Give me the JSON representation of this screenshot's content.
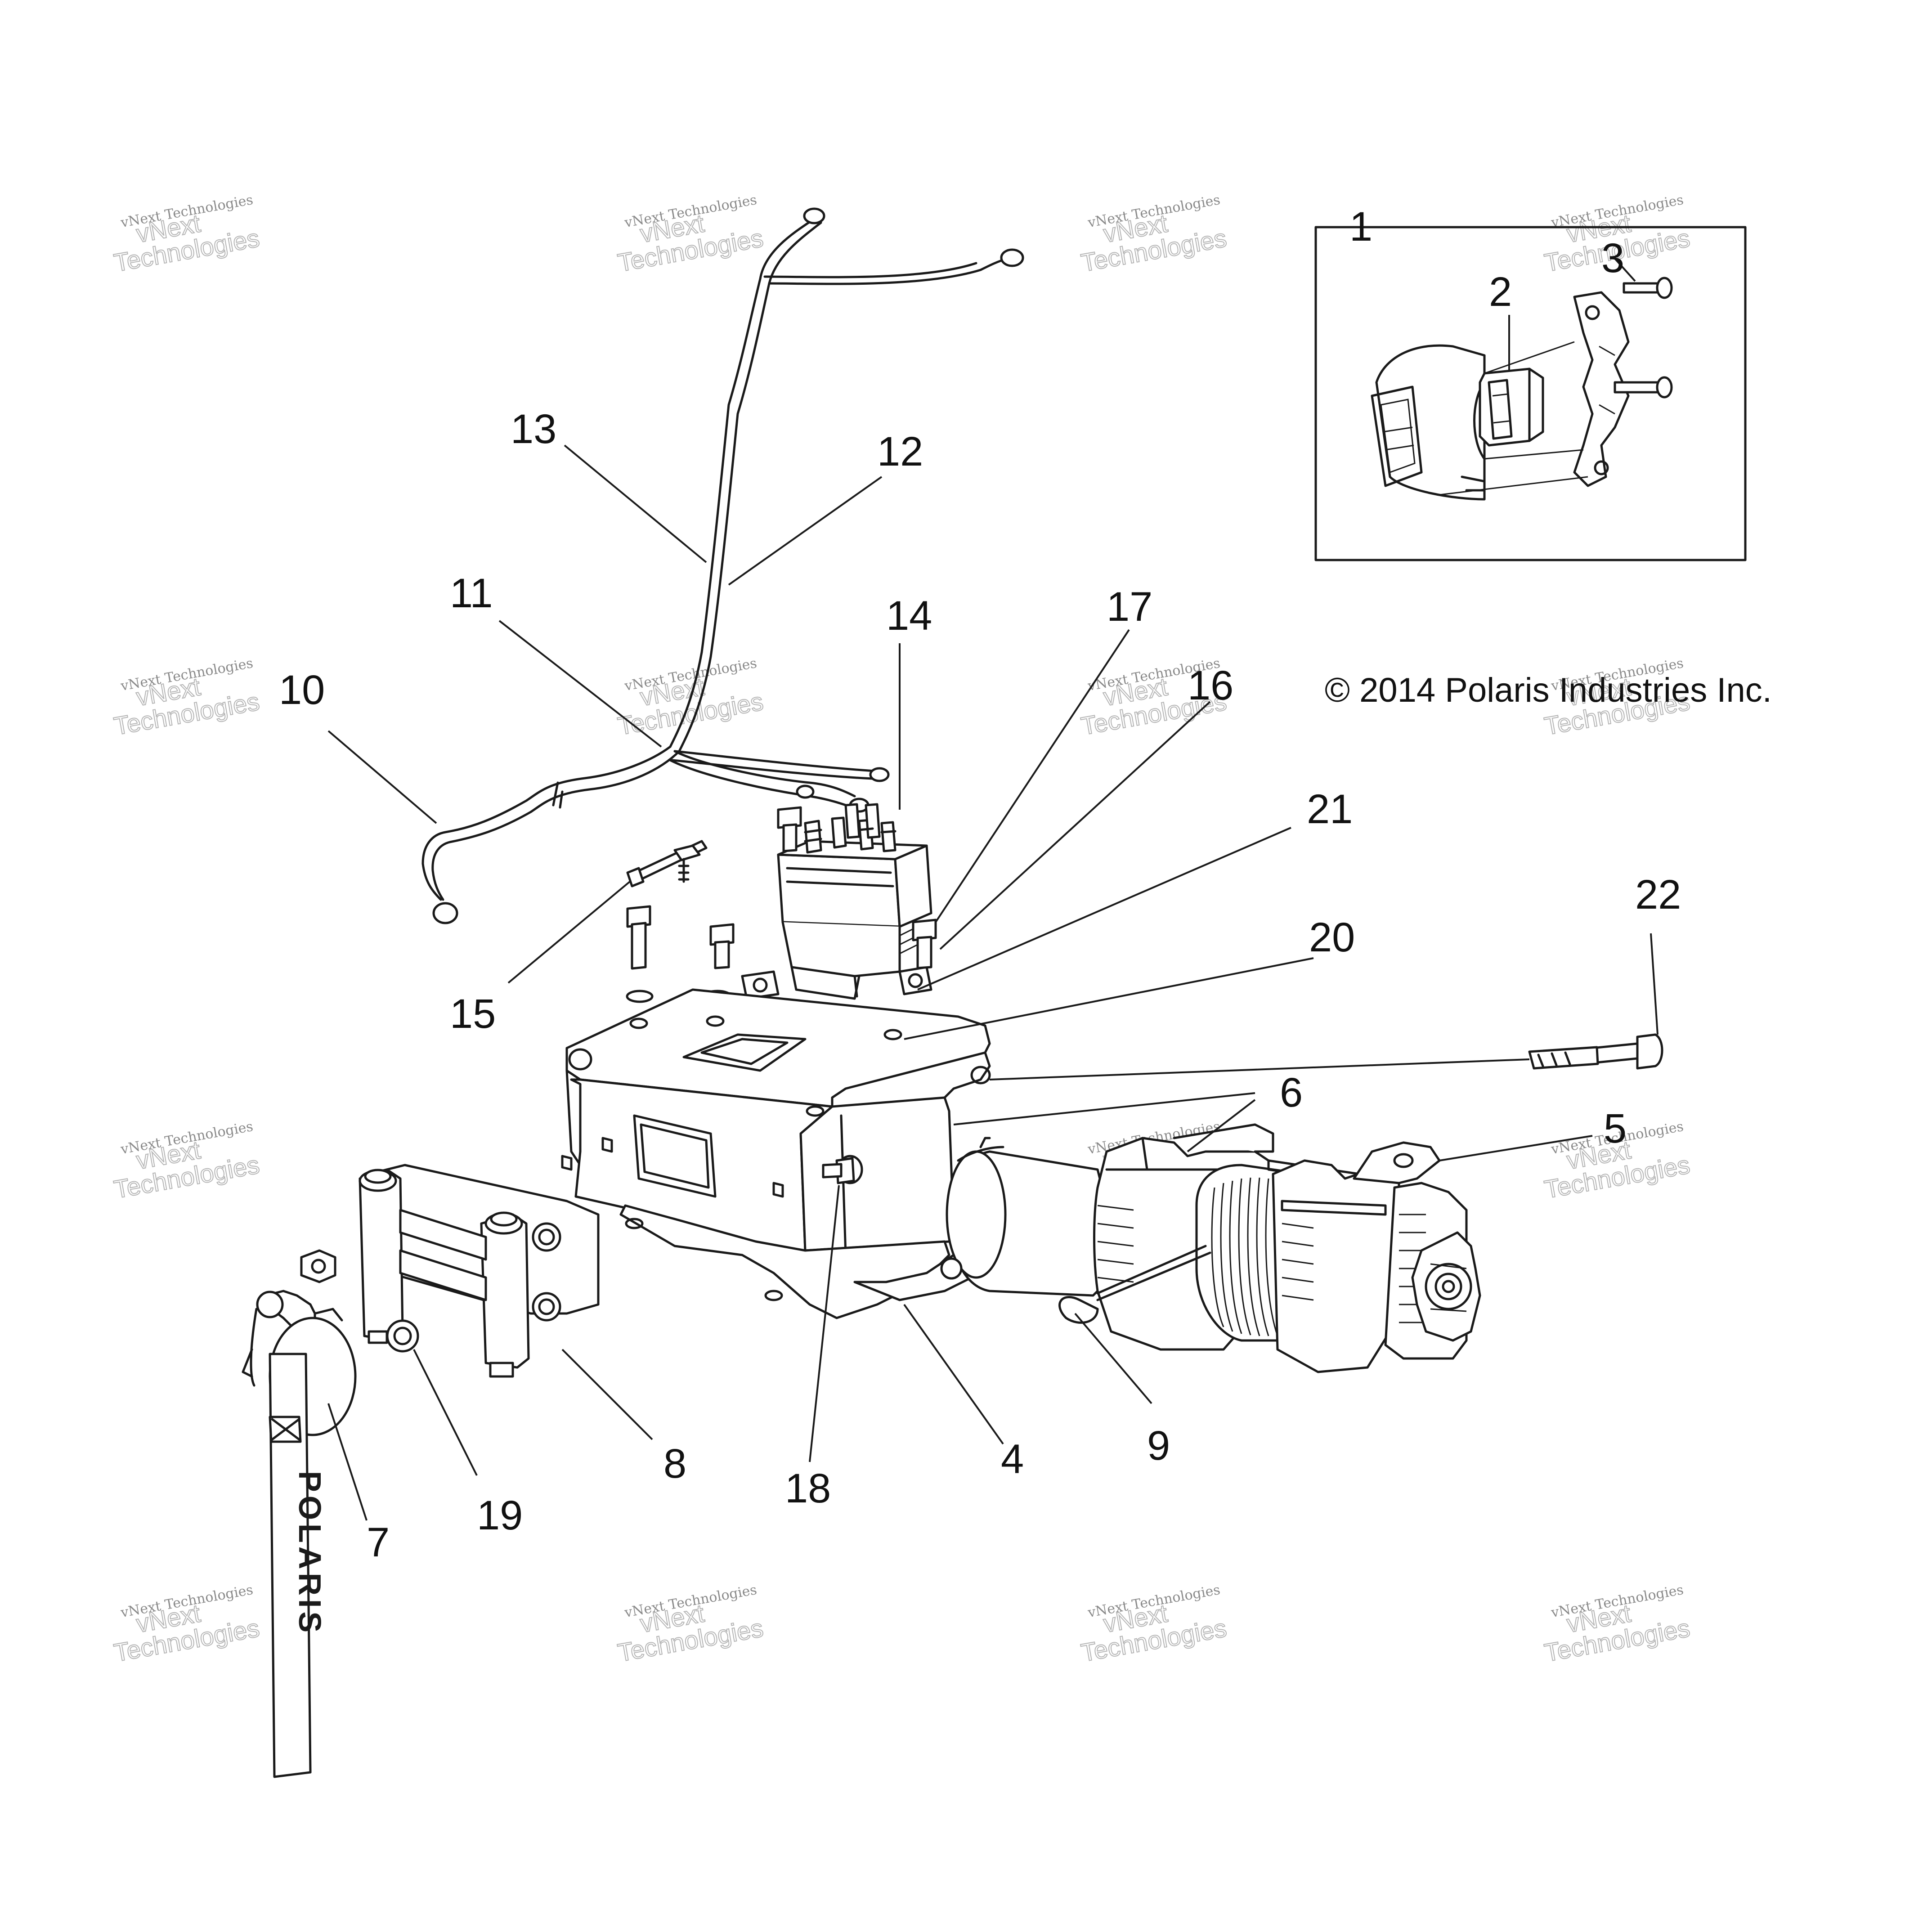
{
  "copyright": "© 2014 Polaris Industries Inc.",
  "strap_logo": "POLARIS",
  "watermark": {
    "line1": "vNext Technologies",
    "line2": "vNext",
    "line3": "Technologies"
  },
  "callouts": [
    "1",
    "2",
    "3",
    "4",
    "5",
    "6",
    "7",
    "8",
    "9",
    "10",
    "11",
    "12",
    "13",
    "14",
    "15",
    "16",
    "17",
    "18",
    "19",
    "20",
    "21",
    "22"
  ]
}
